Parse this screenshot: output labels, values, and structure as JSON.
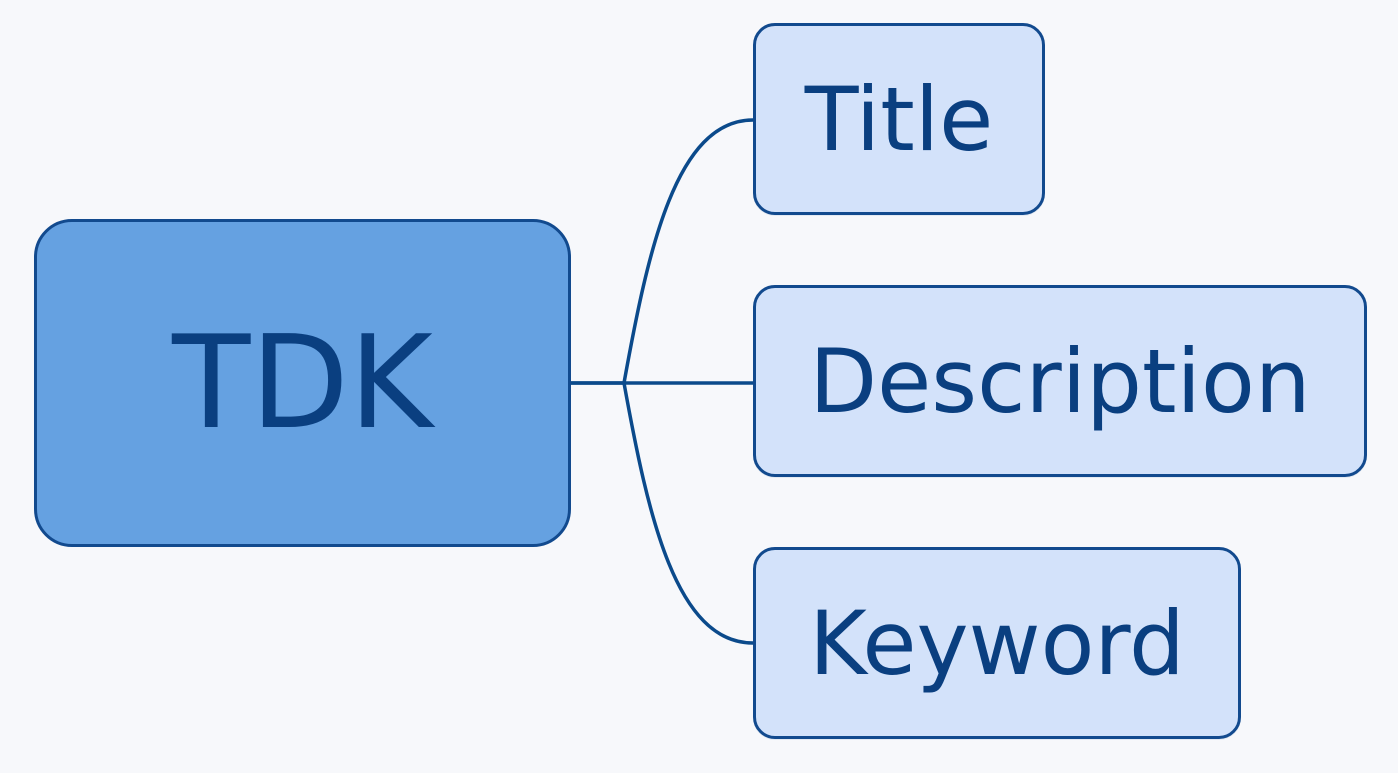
{
  "diagram": {
    "root": {
      "label": "TDK"
    },
    "children": [
      {
        "label": "Title"
      },
      {
        "label": "Description"
      },
      {
        "label": "Keyword"
      }
    ]
  },
  "colors": {
    "background": "#f7f8fb",
    "root_fill": "#65a1e1",
    "child_fill": "#d3e2fa",
    "line": "#0b4a8b",
    "text": "#0a3f80"
  }
}
